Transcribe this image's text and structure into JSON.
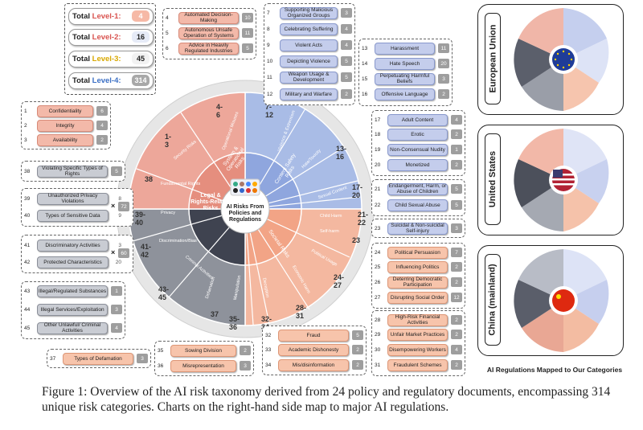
{
  "legend": {
    "rows": [
      {
        "prefix": "Total ",
        "level": "Level-1:",
        "value": "4",
        "color": "#d9534f",
        "vbg": "#f6b9a6"
      },
      {
        "prefix": "Total ",
        "level": "Level-2:",
        "value": "16",
        "color": "#d9534f",
        "vbg": "#e8ecf8"
      },
      {
        "prefix": "Total ",
        "level": "Level-3:",
        "value": "45",
        "color": "#e0b000",
        "vbg": "#f0f0f0"
      },
      {
        "prefix": "Total ",
        "level": "Level-4:",
        "value": "314",
        "color": "#3b6fc4",
        "vbg": "#a8a8a8"
      }
    ]
  },
  "center": {
    "title": "AI Risks From Policies and Regulations"
  },
  "level1": [
    "Legal & Rights-Related Risks",
    "System & Operational Risks",
    "Content Safety Risks",
    "Societal Risks"
  ],
  "level2": {
    "blue": [
      "Violence & Extremism",
      "Hate/Toxicity",
      "Sexual Content",
      "Child Harm",
      "Self-harm"
    ],
    "orange": [
      "Political Usage",
      "Economic Harm",
      "Deception",
      "Manipulation",
      "Defamation"
    ],
    "gray": [
      "Fundamental Rights",
      "Privacy",
      "Discrimination/Bias",
      "Criminal Activities"
    ],
    "red": [
      "Security Risks",
      "Operational Misuses"
    ]
  },
  "ring_numbers": [
    "4-6",
    "1-3",
    "7-12",
    "13-16",
    "17-20",
    "21-22",
    "23",
    "24-27",
    "28-31",
    "32-34",
    "35-36",
    "37",
    "43-45",
    "41-42",
    "39-40",
    "38"
  ],
  "groups": {
    "security": [
      {
        "n": "1",
        "label": "Confidentiality",
        "c": "6"
      },
      {
        "n": "2",
        "label": "Integrity",
        "c": "4"
      },
      {
        "n": "3",
        "label": "Availability",
        "c": "2"
      }
    ],
    "operational": [
      {
        "n": "4",
        "label": "Automated Decision-Making",
        "c": "10"
      },
      {
        "n": "5",
        "label": "Autonomous Unsafe Operation of Systems",
        "c": "11"
      },
      {
        "n": "6",
        "label": "Advice in Heavily Regulated Industries",
        "c": "5"
      }
    ],
    "violence": [
      {
        "n": "7",
        "label": "Supporting Malicious Organized Groups",
        "c": "3"
      },
      {
        "n": "8",
        "label": "Celebrating Suffering",
        "c": "4"
      },
      {
        "n": "9",
        "label": "Violent Acts",
        "c": "4"
      },
      {
        "n": "10",
        "label": "Depicting Violence",
        "c": "5"
      },
      {
        "n": "11",
        "label": "Weapon Usage & Development",
        "c": "5"
      },
      {
        "n": "12",
        "label": "Military and Warfare",
        "c": "2"
      }
    ],
    "hate": [
      {
        "n": "13",
        "label": "Harassment",
        "c": "11"
      },
      {
        "n": "14",
        "label": "Hate Speech",
        "c": "20"
      },
      {
        "n": "15",
        "label": "Perpetuating Harmful Beliefs",
        "c": "3"
      },
      {
        "n": "16",
        "label": "Offensive Language",
        "c": "2"
      }
    ],
    "sexual": [
      {
        "n": "17",
        "label": "Adult Content",
        "c": "4"
      },
      {
        "n": "18",
        "label": "Erotic",
        "c": "2"
      },
      {
        "n": "19",
        "label": "Non-Consensual Nudity",
        "c": "1"
      },
      {
        "n": "20",
        "label": "Monetized",
        "c": "2"
      }
    ],
    "child": [
      {
        "n": "21",
        "label": "Endangerment, Harm, or Abuse of Children",
        "c": "5"
      },
      {
        "n": "22",
        "label": "Child Sexual Abuse",
        "c": "5"
      }
    ],
    "self": [
      {
        "n": "23",
        "label": "Suicidal & Non-suicidal Self-injury",
        "c": "3"
      }
    ],
    "political": [
      {
        "n": "24",
        "label": "Political Persuasion",
        "c": "7"
      },
      {
        "n": "25",
        "label": "Influencing Politics",
        "c": "2"
      },
      {
        "n": "26",
        "label": "Deterring Democratic Participation",
        "c": "2"
      },
      {
        "n": "27",
        "label": "Disrupting Social Order",
        "c": "12"
      }
    ],
    "economic": [
      {
        "n": "28",
        "label": "High-Risk Financial Activities",
        "c": "2"
      },
      {
        "n": "29",
        "label": "Unfair Market Practices",
        "c": "2"
      },
      {
        "n": "30",
        "label": "Disempowering Workers",
        "c": "4"
      },
      {
        "n": "31",
        "label": "Fraudulent Schemes",
        "c": "2"
      }
    ],
    "deception": [
      {
        "n": "32",
        "label": "Fraud",
        "c": "5"
      },
      {
        "n": "33",
        "label": "Academic Dishonesty",
        "c": "2"
      },
      {
        "n": "34",
        "label": "Mis/disinformation",
        "c": "2"
      }
    ],
    "manipulation": [
      {
        "n": "35",
        "label": "Sowing Division",
        "c": "2"
      },
      {
        "n": "36",
        "label": "Misrepresentation",
        "c": "3"
      }
    ],
    "defamation": [
      {
        "n": "37",
        "label": "Types of Defamation",
        "c": "3"
      }
    ],
    "rights": [
      {
        "n": "38",
        "label": "Violating Specific Types of Rights",
        "c": "5"
      }
    ],
    "privacy": [
      {
        "n": "39",
        "label": "Unauthorized Privacy Violations",
        "c": "8"
      },
      {
        "n": "40",
        "label": "Types of Sensitive Data",
        "c": "9"
      }
    ],
    "privacy_total": "72",
    "discrimination": [
      {
        "n": "41",
        "label": "Discriminatory Activities",
        "c": "3"
      },
      {
        "n": "42",
        "label": "Protected Characteristics",
        "c": "20"
      }
    ],
    "discrimination_total": "60",
    "criminal": [
      {
        "n": "43",
        "label": "Illegal/Regulated Substances",
        "c": "1"
      },
      {
        "n": "44",
        "label": "Illegal Services/Exploitation",
        "c": "3"
      },
      {
        "n": "45",
        "label": "Other Unlawful/ Criminal Activities",
        "c": "4"
      }
    ]
  },
  "cross_symbol": "×",
  "regulations": [
    "European Union",
    "United States",
    "China (mainland)"
  ],
  "regulations_caption": "AI Regulations Mapped to Our Categories",
  "caption": "Figure 1: Overview of the AI risk taxonomy derived from 24 policy and regulatory documents, encompassing 314 unique risk categories. Charts on the right-hand side map to major AI regulations."
}
